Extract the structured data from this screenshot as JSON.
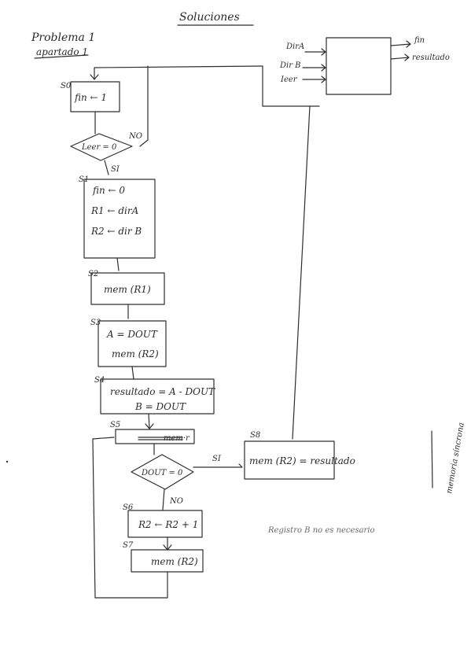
{
  "page_title": "Soluciones",
  "heading": {
    "line1": "Problema 1",
    "line2": "apartado 1"
  },
  "block": {
    "inputs": [
      "DirA",
      "Dir B",
      "Ieer"
    ],
    "outputs": [
      "fin",
      "resultado"
    ]
  },
  "states": {
    "s0": {
      "label": "S0",
      "action": "fin ← 1"
    },
    "cond_leer": {
      "text": "Leer = 0",
      "yes": "SI",
      "no": "NO"
    },
    "s1": {
      "label": "S1",
      "lines": [
        "fin ← 0",
        "R1 ← dirA",
        "R2 ← dir B"
      ]
    },
    "s2": {
      "label": "S2",
      "action": "mem (R1)"
    },
    "s3": {
      "label": "S3",
      "lines": [
        "A = DOUT",
        "mem (R2)"
      ]
    },
    "s4": {
      "label": "S4",
      "lines": [
        "resultado = A - DOUT",
        "B = DOUT"
      ]
    },
    "s5": {
      "label": "S5",
      "action": "mem·r"
    },
    "cond_dout": {
      "text": "DOUT = 0",
      "yes": "SI",
      "no": "NO"
    },
    "s6": {
      "label": "S6",
      "action": "R2 ← R2 + 1"
    },
    "s7": {
      "label": "S7",
      "action": "mem (R2)"
    },
    "s8": {
      "label": "S8",
      "action": "mem (R2) = resultado"
    }
  },
  "notes": {
    "registro": "Registro B no es necesario",
    "margin": "memoria síncrona"
  }
}
